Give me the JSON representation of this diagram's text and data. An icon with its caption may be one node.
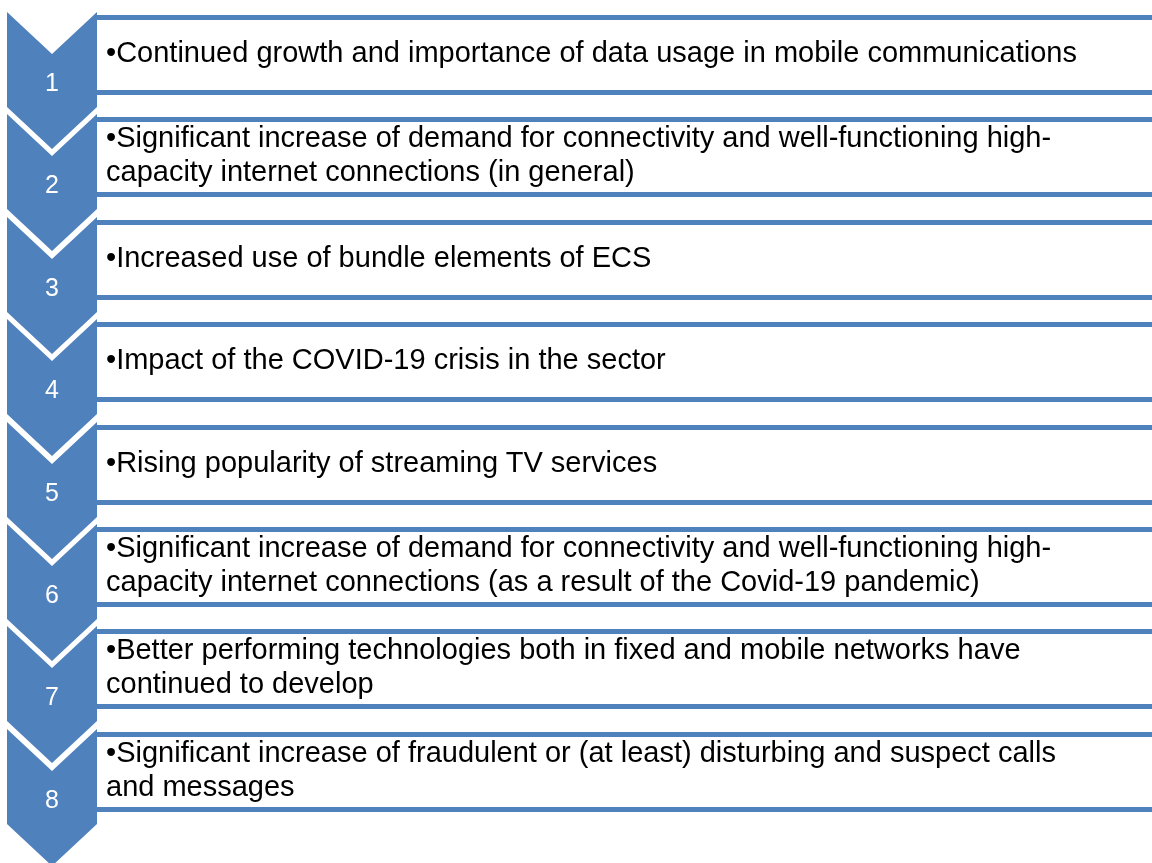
{
  "diagram": {
    "nodes": [
      {
        "text": [
          "1"
        ]
      },
      {
        "text": [
          "•Continued growth and importance of data usage in mobile communications"
        ]
      },
      {
        "text": [
          "2"
        ]
      },
      {
        "text": [
          "•Significant increase of demand for connectivity and well-functioning high-capacity internet connections (in general)"
        ]
      },
      {
        "text": [
          "3"
        ]
      },
      {
        "text": [
          "•Increased use of bundle elements of ECS"
        ]
      },
      {
        "text": [
          "4"
        ]
      },
      {
        "text": [
          "•Impact of the COVID-19 crisis in the sector"
        ]
      },
      {
        "text": [
          "5"
        ]
      },
      {
        "text": [
          "•Rising popularity of streaming TV services"
        ]
      },
      {
        "text": [
          "6"
        ]
      },
      {
        "text": [
          "•Significant increase of demand for connectivity and well-functioning high-capacity internet connections (as a result of the Covid-19 pandemic)"
        ]
      },
      {
        "text": [
          "7"
        ]
      },
      {
        "text": [
          "•Better performing technologies both in fixed and mobile networks have continued to develop"
        ]
      },
      {
        "text": [
          "8"
        ]
      },
      {
        "text": [
          "•Significant increase of fraudulent or (at least) disturbing and suspect calls and messages"
        ]
      }
    ]
  }
}
